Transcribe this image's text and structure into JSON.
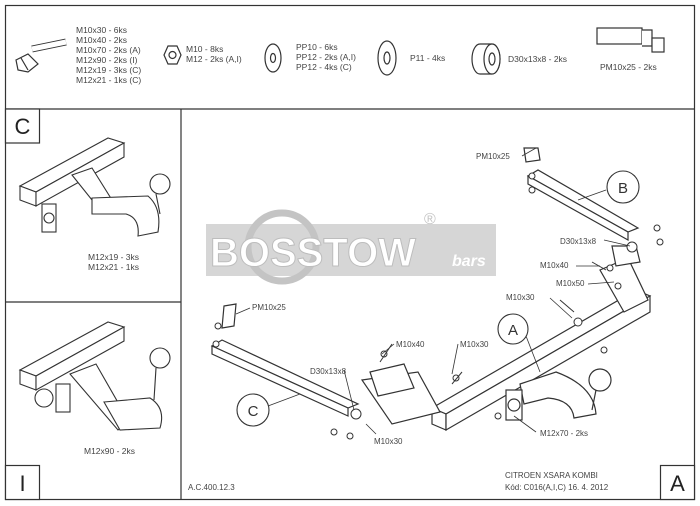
{
  "header_parts": {
    "bolts": [
      "M10x30 - 6ks",
      "M10x40 - 2ks",
      "M10x70 - 2ks (A)",
      "M12x90 - 2ks (I)",
      "M12x19 - 3ks (C)",
      "M12x21 - 1ks (C)"
    ],
    "nuts": [
      "M10 - 8ks",
      "M12 - 2ks (A,I)"
    ],
    "washers": [
      "PP10 - 6ks",
      "PP12 - 2ks (A,I)",
      "PP12 - 4ks (C)"
    ],
    "spring_washer": "P11 - 4ks",
    "spacer": "D30x13x8 - 2ks",
    "bracket": "PM10x25 - 2ks"
  },
  "panels": {
    "c_label": "C",
    "c_caption_1": "M12x19 - 3ks",
    "c_caption_2": "M12x21 - 1ks",
    "i_label": "I",
    "i_caption": "M12x90 - 2ks",
    "a_label": "A"
  },
  "logo": {
    "brand": "BOSSTOW",
    "suffix": "bars",
    "registered": "®"
  },
  "callouts": {
    "pm_top": "PM10x25",
    "b_circle": "B",
    "d30_right": "D30x13x8",
    "m10x40_right": "M10x40",
    "m10x30_right_top": "M10x30",
    "m10x50_right": "M10x50",
    "a_circle": "A",
    "pm_left": "PM10x25",
    "m10x40_mid": "M10x40",
    "m10x30_mid": "M10x30",
    "d30_left": "D30x13x8",
    "c_circle": "C",
    "m10x30_bottom": "M10x30",
    "m12x70": "M12x70 - 2ks"
  },
  "footer": {
    "code": "A.C.400.12.3",
    "vehicle": "CITROEN XSARA KOMBI",
    "kod": "Kód: C016(A,I,C)  16. 4. 2012"
  }
}
